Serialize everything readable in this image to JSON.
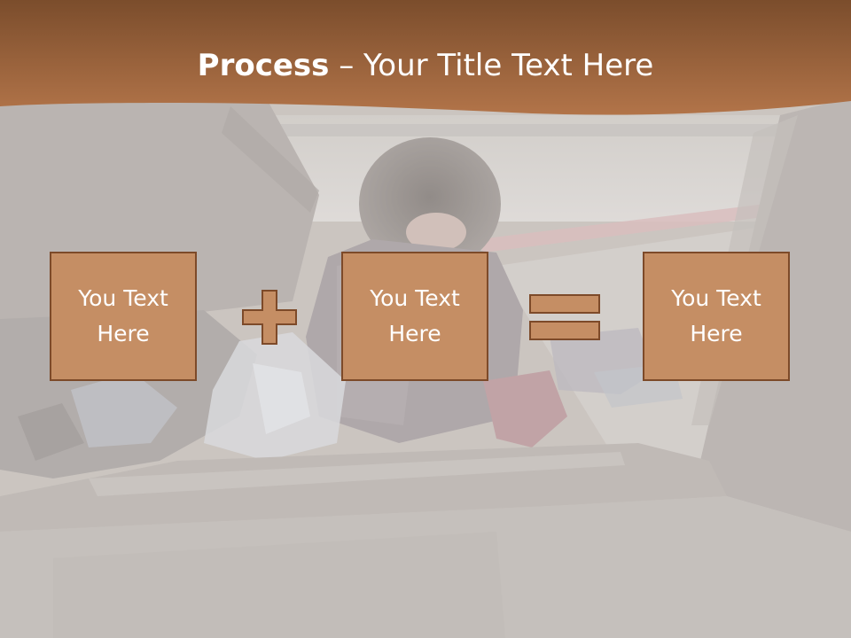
{
  "slide": {
    "title_bold": "Process",
    "title_separator": " – ",
    "title_rest": "Your Title Text Here",
    "boxes": [
      {
        "text": "You Text Here"
      },
      {
        "text": "You Text Here"
      },
      {
        "text": "You Text Here"
      }
    ],
    "operators": [
      "plus-icon",
      "equals-icon"
    ]
  },
  "colors": {
    "header_band": "#a66a3c",
    "box_fill": "#c58e64",
    "box_border": "#7d4a29",
    "title_text": "#ffffff"
  }
}
